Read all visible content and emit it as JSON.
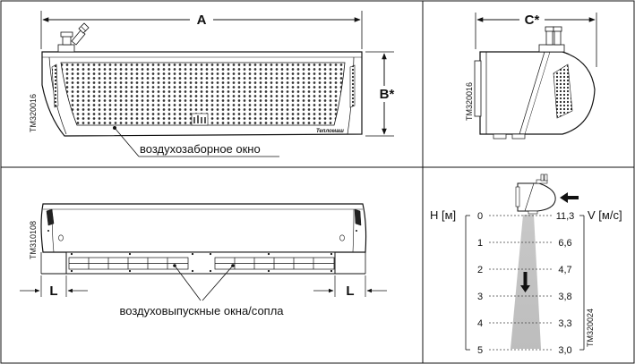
{
  "panel_front": {
    "dim_width_label": "A",
    "dim_height_label": "B*",
    "code": "TM320016",
    "brand": "Тепломаш",
    "callout": "воздухозаборное окно"
  },
  "panel_side": {
    "dim_depth_label": "C*",
    "code": "TM320016"
  },
  "panel_bottom": {
    "code": "TM310108",
    "dim_left_label": "L",
    "dim_right_label": "L",
    "callout": "воздуховыпускные окна/сопла"
  },
  "panel_chart": {
    "code": "TM320024",
    "h_axis_label": "H [м]",
    "v_axis_label": "V [м/с]",
    "rows": [
      {
        "h": "0",
        "v": "11,3"
      },
      {
        "h": "1",
        "v": "6,6"
      },
      {
        "h": "2",
        "v": "4,7"
      },
      {
        "h": "3",
        "v": "3,8"
      },
      {
        "h": "4",
        "v": "3,3"
      },
      {
        "h": "5",
        "v": "3,0"
      }
    ]
  }
}
